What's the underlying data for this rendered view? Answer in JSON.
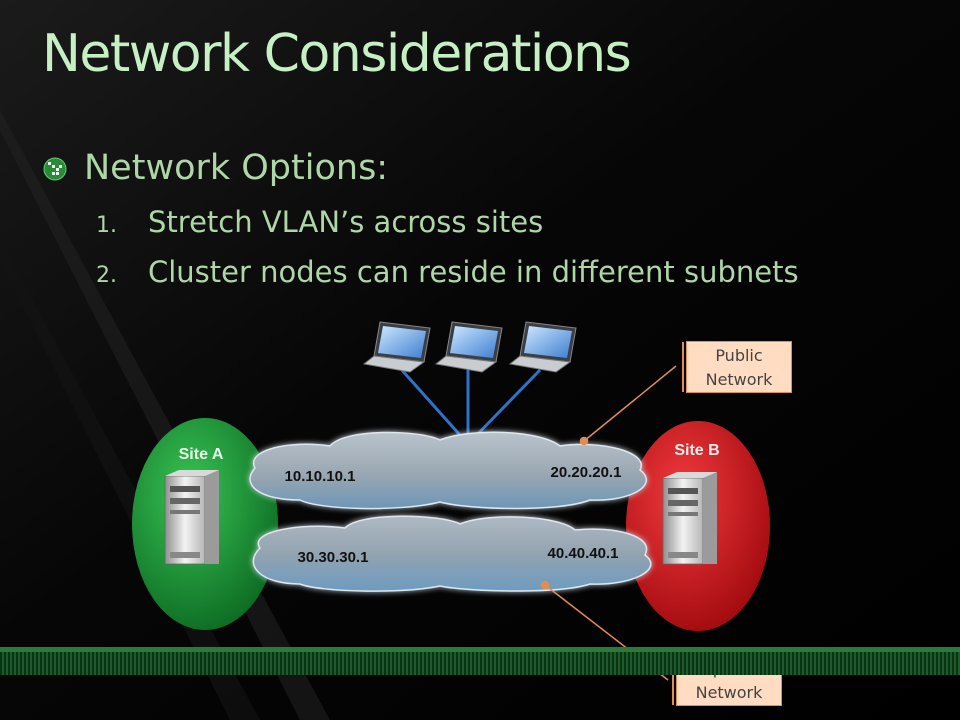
{
  "slide": {
    "title": "Network Considerations",
    "bullet": "Network Options:",
    "sub_items": [
      {
        "num": "1.",
        "text": "Stretch VLAN’s across sites"
      },
      {
        "num": "2.",
        "text": "Cluster nodes can reside in different subnets"
      }
    ]
  },
  "diagram": {
    "site_a": {
      "label": "Site A",
      "color": "#1f9a3a"
    },
    "site_b": {
      "label": "Site B",
      "color": "#d3161b"
    },
    "ips": {
      "a_public": "10.10.10.1",
      "b_public": "20.20.20.1",
      "a_separate": "30.30.30.1",
      "b_separate": "40.40.40.1"
    },
    "callouts": {
      "public": "Public Network",
      "separate": "Separate Network"
    },
    "link_color": "#2c73c9",
    "callout_color": "#e38c55",
    "icons": [
      "laptop-icon",
      "server-icon",
      "cloud-icon"
    ]
  }
}
